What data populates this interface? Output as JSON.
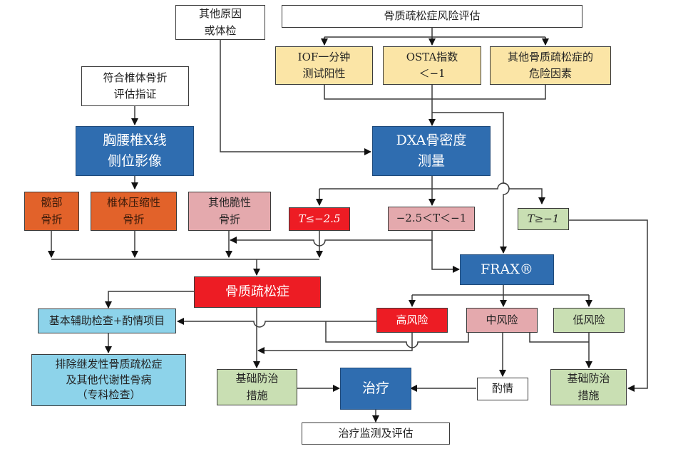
{
  "diagram": {
    "title": "骨质疏松症诊疗流程",
    "colors": {
      "blue": "#2f6db0",
      "yellow": "#fbe5a6",
      "orange": "#e2622a",
      "pink": "#e4a9ad",
      "red": "#ed1c24",
      "green": "#c9dfb3",
      "cyan": "#8dd3ea",
      "white": "#ffffff",
      "line": "#3a3a3a"
    },
    "nodes": {
      "other_causes": {
        "lines": [
          "其他原因",
          "或体检"
        ]
      },
      "risk_assessment": {
        "lines": [
          "骨质疏松症风险评估"
        ]
      },
      "iof": {
        "lines": [
          "IOF一分钟",
          "测试阳性"
        ]
      },
      "osta": {
        "lines": [
          "OSTA指数",
          "＜−1"
        ]
      },
      "other_risk": {
        "lines": [
          "其他骨质疏松症的",
          "危险因素"
        ]
      },
      "vertebral_indication": {
        "lines": [
          "符合椎体骨折",
          "评估指证"
        ]
      },
      "xray": {
        "lines": [
          "胸腰椎X线",
          "侧位影像"
        ]
      },
      "dxa": {
        "lines": [
          "DXA骨密度",
          "测量"
        ]
      },
      "hip_fracture": {
        "lines": [
          "髋部",
          "骨折"
        ]
      },
      "vertebral_fracture": {
        "lines": [
          "椎体压缩性",
          "骨折"
        ]
      },
      "other_fragility": {
        "lines": [
          "其他脆性",
          "骨折"
        ]
      },
      "t_low": {
        "lines": [
          "T≤−2.5"
        ]
      },
      "t_mid": {
        "lines": [
          "−2.5＜T＜−1"
        ]
      },
      "t_high": {
        "lines": [
          "T≥−1"
        ]
      },
      "frax": {
        "lines": [
          "FRAX®"
        ]
      },
      "osteoporosis": {
        "lines": [
          "骨质疏松症"
        ]
      },
      "basic_exam": {
        "lines": [
          "基本辅助检查+酌情项目"
        ]
      },
      "exclude_secondary": {
        "lines": [
          "排除继发性骨质疏松症",
          "及其他代谢性骨病",
          "（专科检查）"
        ]
      },
      "high_risk": {
        "lines": [
          "高风险"
        ]
      },
      "mid_risk": {
        "lines": [
          "中风险"
        ]
      },
      "low_risk": {
        "lines": [
          "低风险"
        ]
      },
      "basic_prevention_left": {
        "lines": [
          "基础防治",
          "措施"
        ]
      },
      "treatment": {
        "lines": [
          "治疗"
        ]
      },
      "discretion": {
        "lines": [
          "酌情"
        ]
      },
      "basic_prevention_right": {
        "lines": [
          "基础防治",
          "措施"
        ]
      },
      "monitoring": {
        "lines": [
          "治疗监测及评估"
        ]
      }
    }
  }
}
